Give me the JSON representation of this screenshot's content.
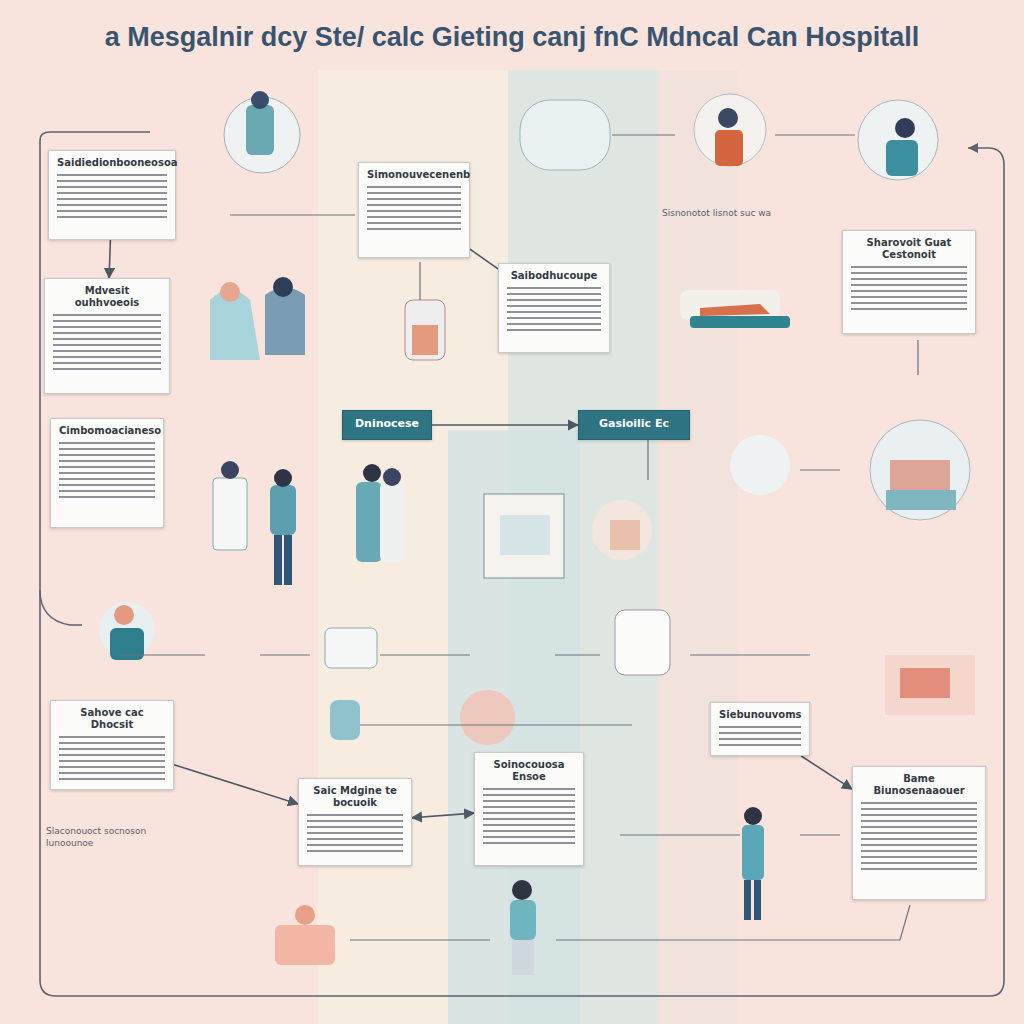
{
  "diagram": {
    "title": "a Mesgalnir dcy Ste/ calc Gieting canj fnC Mdncal Can Hospitall",
    "nodes": [
      {
        "text": [
          "Saidiedionbooneosoa"
        ]
      },
      {
        "text": [
          "Simonouvecenenb"
        ]
      },
      {
        "text": [
          "Mdvesit ouhhvoeois"
        ]
      },
      {
        "text": [
          "Saibodhucoupe"
        ]
      },
      {
        "text": [
          "Sharovoit Guat Cestonoit"
        ]
      },
      {
        "text": [
          "Cimbomoacianeso"
        ]
      },
      {
        "text": [
          "Dninocese"
        ]
      },
      {
        "text": [
          "Gasioilic Ec"
        ]
      },
      {
        "text": [
          "Sahove cac Dhocsit"
        ]
      },
      {
        "text": [
          "Siebunouvoms"
        ]
      },
      {
        "text": [
          "Saic Mdgine te bocuoik"
        ]
      },
      {
        "text": [
          "Soinocouosa Ensoe"
        ]
      },
      {
        "text": [
          "Bame Biunosenaaouer"
        ]
      }
    ],
    "edges": [
      {
        "from": 0,
        "to": 2,
        "arrow": "to"
      },
      {
        "from": 1,
        "to": 3,
        "arrow": "none"
      },
      {
        "from": 6,
        "to": 7,
        "arrow": "to"
      },
      {
        "from": 8,
        "to": 10,
        "arrow": "to"
      },
      {
        "from": 10,
        "to": 11,
        "arrow": "both"
      },
      {
        "from": 9,
        "to": 12,
        "arrow": "to"
      }
    ],
    "labels": [
      "Sisnonotot lisnot suc wa",
      "Slaconouoct socnoson lunoounoe"
    ]
  }
}
